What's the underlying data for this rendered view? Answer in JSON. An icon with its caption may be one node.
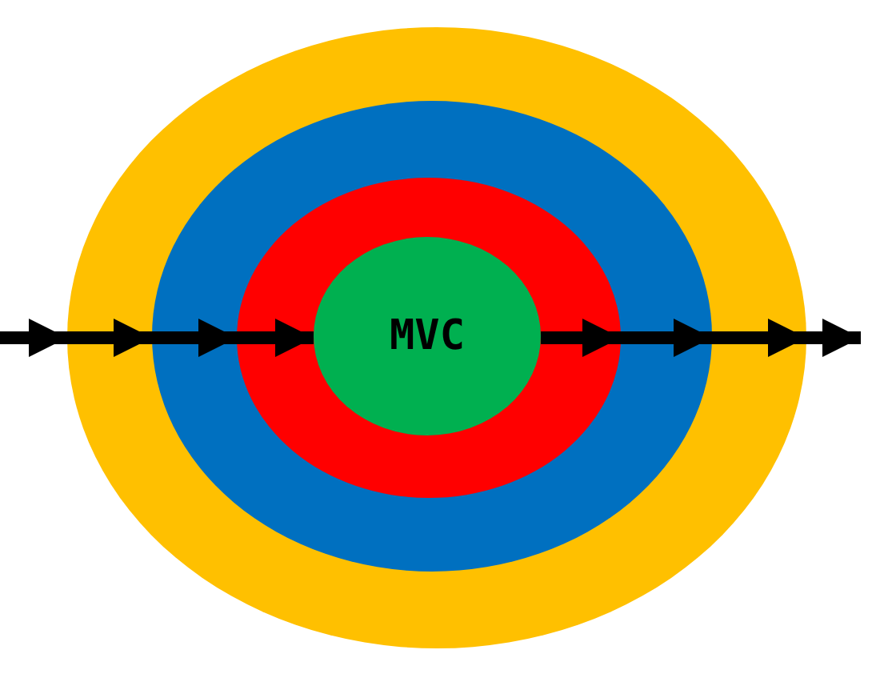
{
  "diagram": {
    "nodes": [
      {
        "text": [],
        "shape": "ellipse"
      },
      {
        "text": [],
        "shape": "ellipse",
        "in": 0
      },
      {
        "text": [],
        "shape": "ellipse",
        "in": 1
      },
      {
        "text": [
          "MVC"
        ],
        "in": 2
      }
    ],
    "edges": [
      {
        "from": null,
        "to": 0,
        "arrow": "to"
      },
      {
        "from": 0,
        "to": 1,
        "arrow": "to"
      },
      {
        "from": 1,
        "to": 2,
        "arrow": "to"
      },
      {
        "from": 2,
        "to": 3,
        "arrow": "to"
      },
      {
        "from": 3,
        "to": 2,
        "arrow": "to"
      },
      {
        "from": 2,
        "to": 1,
        "arrow": "to"
      },
      {
        "from": 1,
        "to": 0,
        "arrow": "to"
      },
      {
        "from": 0,
        "to": null,
        "arrow": "to"
      }
    ]
  }
}
